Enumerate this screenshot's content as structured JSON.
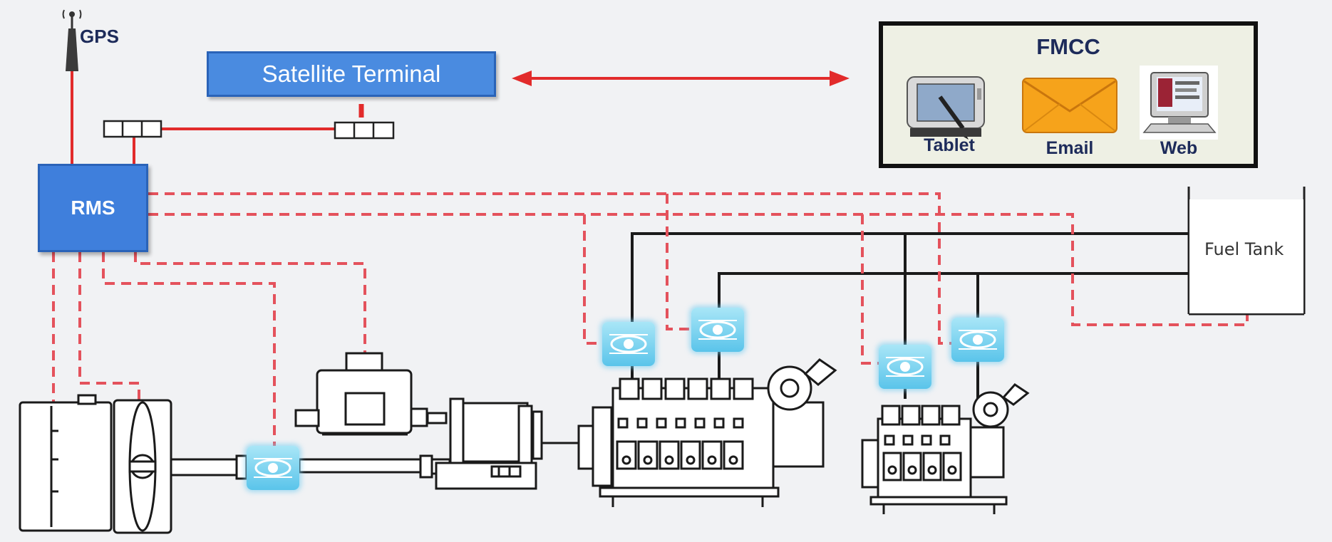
{
  "labels": {
    "gps": "GPS",
    "satellite_terminal": "Satellite Terminal",
    "rms": "RMS",
    "fmcc": "FMCC",
    "tablet": "Tablet",
    "email": "Email",
    "web": "Web",
    "fuel_tank": "Fuel Tank"
  },
  "colors": {
    "link_red": "#e22b2b",
    "box_blue": "#3f7fdc",
    "sensor_cyan": "#5ac4ea",
    "fuel_line": "#1a1a1a"
  },
  "icons": [
    "gps-antenna-icon",
    "tablet-icon",
    "email-icon",
    "web-icon",
    "sensor-eye-icon"
  ]
}
